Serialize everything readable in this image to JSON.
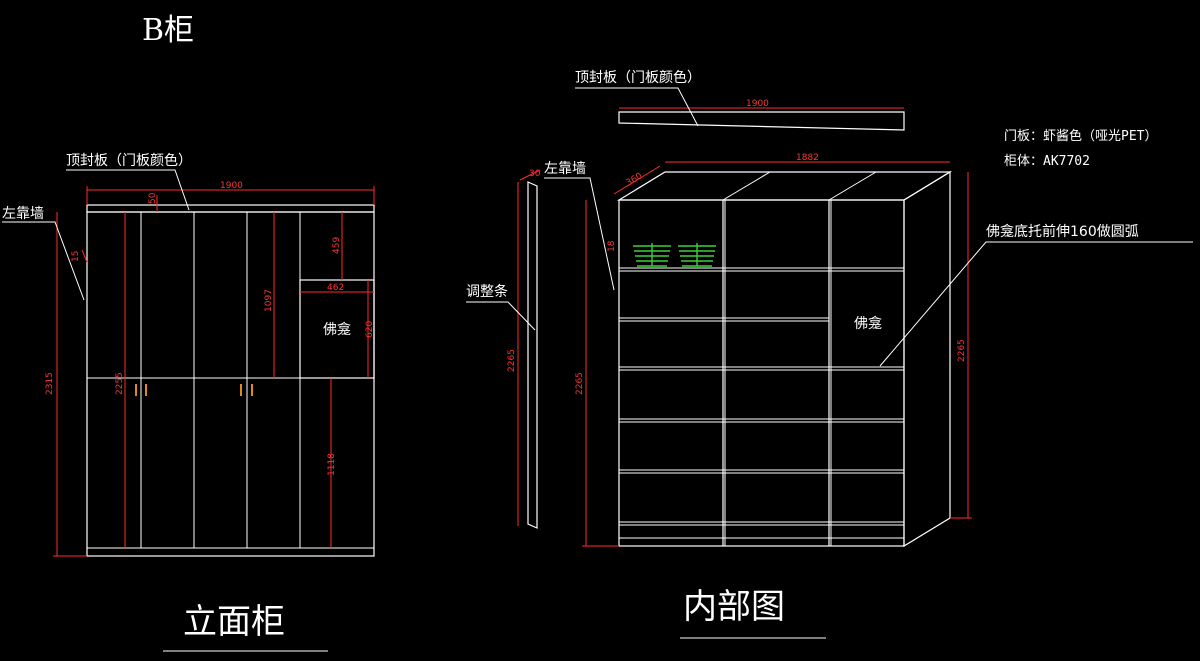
{
  "title_main": "B柜",
  "elevation": {
    "caption": "立面柜",
    "label_top": "顶封板（门板颜色）",
    "label_left": "左靠墙",
    "label_niche": "佛龛",
    "dims": {
      "width": "1900",
      "top_gap": "50",
      "left_strip": "15",
      "total_h": "2315",
      "door_h": "2255",
      "upper_door": "1097",
      "niche_top": "459",
      "niche_w": "462",
      "niche_h": "620",
      "lower": "1118"
    }
  },
  "interior": {
    "caption": "内部图",
    "label_top": "顶封板（门板颜色）",
    "label_left": "左靠墙",
    "label_adjust": "调整条",
    "label_niche": "佛龛",
    "label_note": "佛龛底托前伸160做圆弧",
    "dims": {
      "top_board": "1900",
      "width": "1882",
      "depth": "360",
      "side_depth": "30",
      "small": "18",
      "strip_h": "2265",
      "cab_h": "2265",
      "right_h": "2265"
    }
  },
  "spec": {
    "door": "门板：虾酱色（哑光PET）",
    "body": "柜体：AK7702"
  },
  "colors": {
    "background": "#000000",
    "lines": "#ffffff",
    "dimensions": "#ff2a2a",
    "hangers": "#3dd13d",
    "handles": "#e08a1e"
  }
}
